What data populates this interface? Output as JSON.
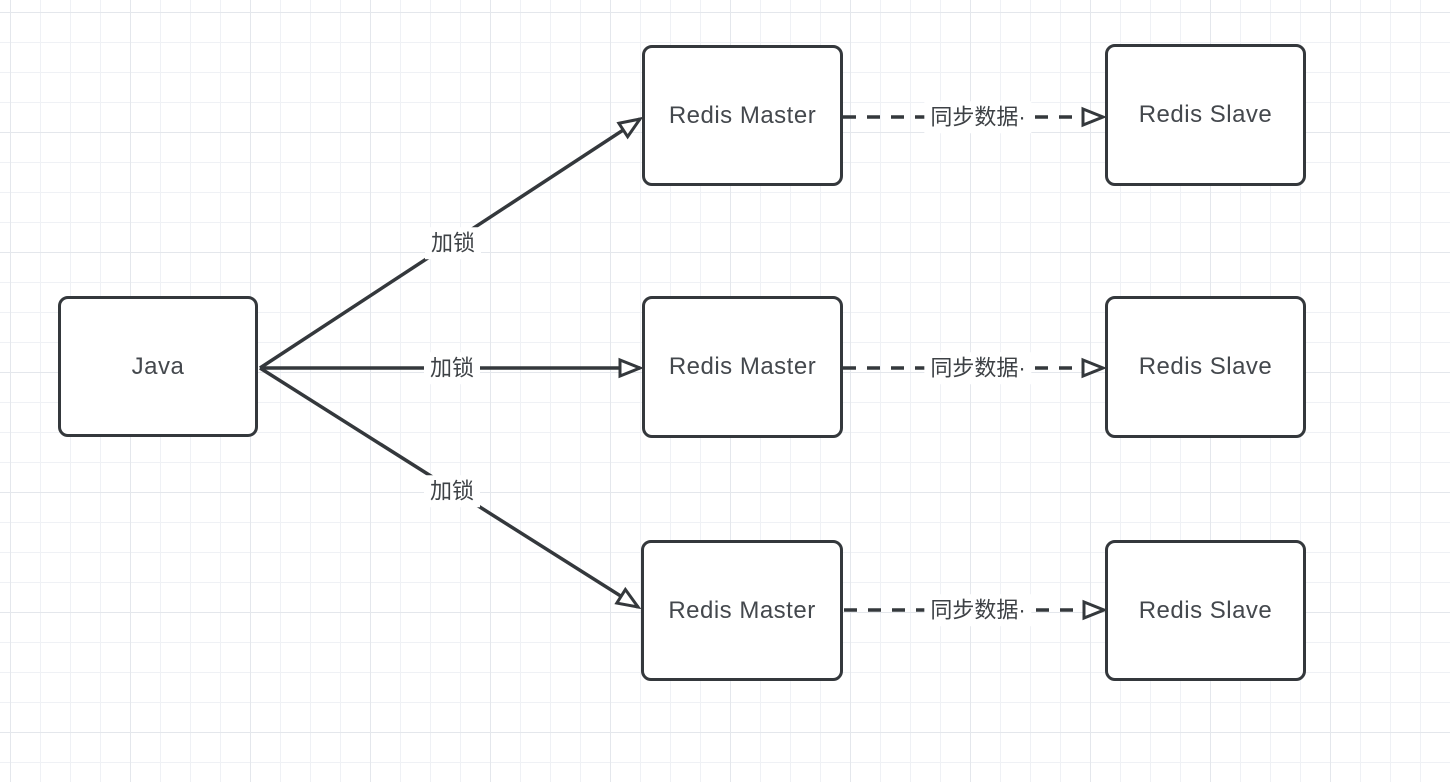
{
  "diagram": {
    "nodes": [
      {
        "id": "java",
        "label": "Java"
      },
      {
        "id": "redis-master-1",
        "label": "Redis Master"
      },
      {
        "id": "redis-master-2",
        "label": "Redis Master"
      },
      {
        "id": "redis-master-3",
        "label": "Redis Master"
      },
      {
        "id": "redis-slave-1",
        "label": "Redis Slave"
      },
      {
        "id": "redis-slave-2",
        "label": "Redis Slave"
      },
      {
        "id": "redis-slave-3",
        "label": "Redis Slave"
      }
    ],
    "edges": [
      {
        "from": "java",
        "to": "redis-master-1",
        "label": "加锁",
        "style": "solid",
        "arrowhead": "open-triangle"
      },
      {
        "from": "java",
        "to": "redis-master-2",
        "label": "加锁",
        "style": "solid",
        "arrowhead": "open-triangle"
      },
      {
        "from": "java",
        "to": "redis-master-3",
        "label": "加锁",
        "style": "solid",
        "arrowhead": "open-triangle"
      },
      {
        "from": "redis-master-1",
        "to": "redis-slave-1",
        "label": "同步数据·",
        "style": "dashed",
        "arrowhead": "open-triangle"
      },
      {
        "from": "redis-master-2",
        "to": "redis-slave-2",
        "label": "同步数据·",
        "style": "dashed",
        "arrowhead": "open-triangle"
      },
      {
        "from": "redis-master-3",
        "to": "redis-slave-3",
        "label": "同步数据·",
        "style": "dashed",
        "arrowhead": "open-triangle"
      }
    ],
    "colors": {
      "stroke": "#34383c",
      "node_fill": "#ffffff",
      "node_border": "#34383c",
      "text": "#44484d",
      "grid_minor": "#eff1f5",
      "grid_major": "#e4e7ec",
      "background": "#ffffff"
    }
  }
}
